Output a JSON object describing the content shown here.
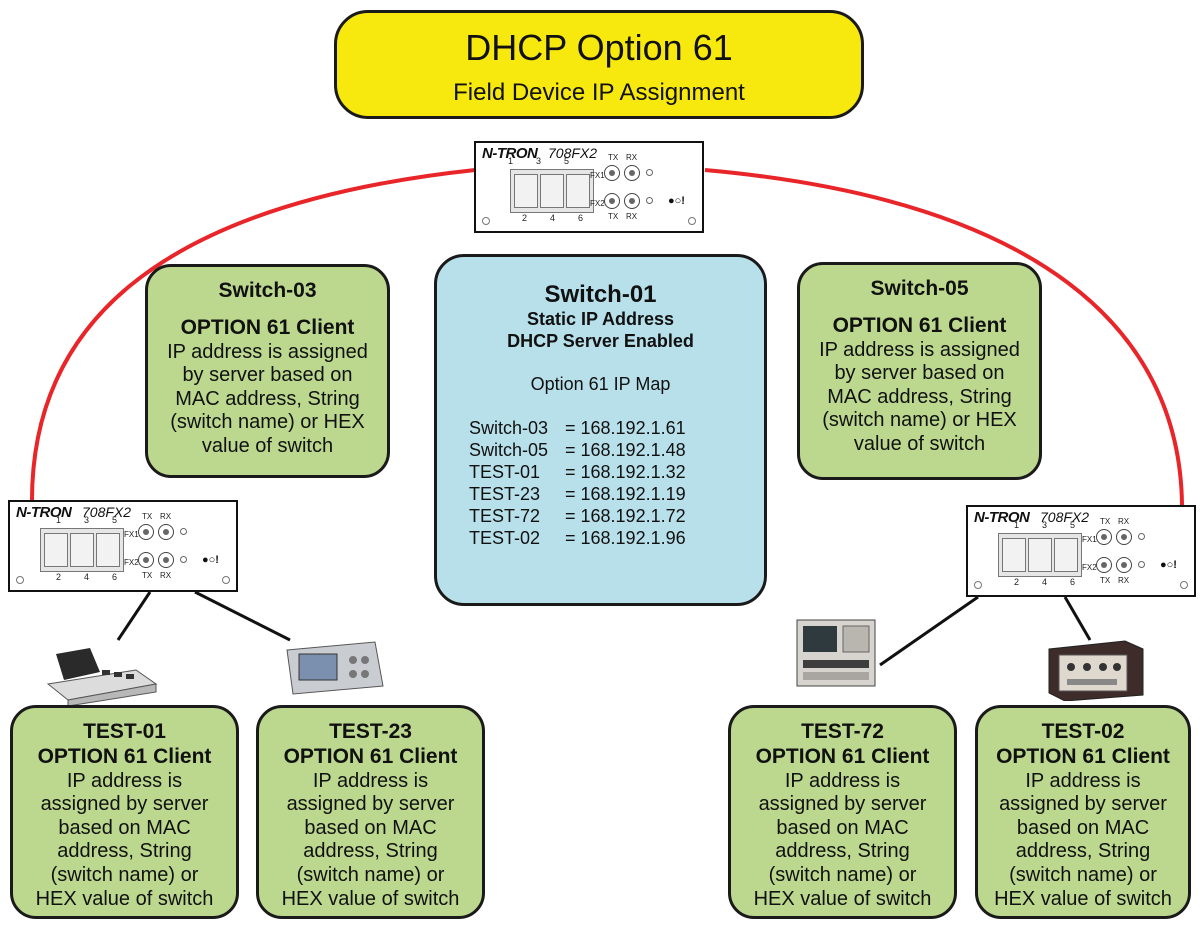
{
  "title": {
    "main": "DHCP Option 61",
    "subtitle": "Field Device IP Assignment"
  },
  "devices": {
    "brand": "N-TRON",
    "model": "708FX2",
    "port_numbers_top": [
      "1",
      "3",
      "5"
    ],
    "port_numbers_bottom": [
      "2",
      "4",
      "6"
    ],
    "fx1": "FX1",
    "fx2": "FX2",
    "tx": "TX",
    "rx": "RX"
  },
  "server": {
    "name": "Switch-01",
    "line1": "Static IP Address",
    "line2": "DHCP Server Enabled",
    "map_title": "Option 61 IP Map",
    "map": [
      {
        "name": "Switch-03",
        "ip": "= 168.192.1.61"
      },
      {
        "name": "Switch-05",
        "ip": "= 168.192.1.48"
      },
      {
        "name": "TEST-01",
        "ip": "= 168.192.1.32"
      },
      {
        "name": "TEST-23",
        "ip": "= 168.192.1.19"
      },
      {
        "name": "TEST-72",
        "ip": "= 168.192.1.72"
      },
      {
        "name": "TEST-02",
        "ip": "= 168.192.1.96"
      }
    ]
  },
  "switch_03": {
    "name": "Switch-03",
    "role": "OPTION 61 Client",
    "l1": "IP address is assigned",
    "l2": "by server based on",
    "l3": "MAC address, String",
    "l4": "(switch name) or HEX",
    "l5": "value of switch"
  },
  "switch_05": {
    "name": "Switch-05",
    "role": "OPTION 61 Client",
    "l1": "IP address is assigned",
    "l2": "by server based on",
    "l3": "MAC address, String",
    "l4": "(switch name) or HEX",
    "l5": "value of switch"
  },
  "clients": [
    {
      "name": "TEST-01",
      "role": "OPTION 61 Client"
    },
    {
      "name": "TEST-23",
      "role": "OPTION 61 Client"
    },
    {
      "name": "TEST-72",
      "role": "OPTION 61 Client"
    },
    {
      "name": "TEST-02",
      "role": "OPTION 61 Client"
    }
  ],
  "client_desc": {
    "l1": "IP address is",
    "l2": "assigned by server",
    "l3": "based on  MAC",
    "l4": "address, String",
    "l5": "(switch name) or",
    "l6": "HEX value of switch"
  },
  "colors": {
    "ring": "#e8262a",
    "title_bg": "#f7e80e",
    "client_bg": "#bcd88e",
    "server_bg": "#b8e0ea"
  }
}
